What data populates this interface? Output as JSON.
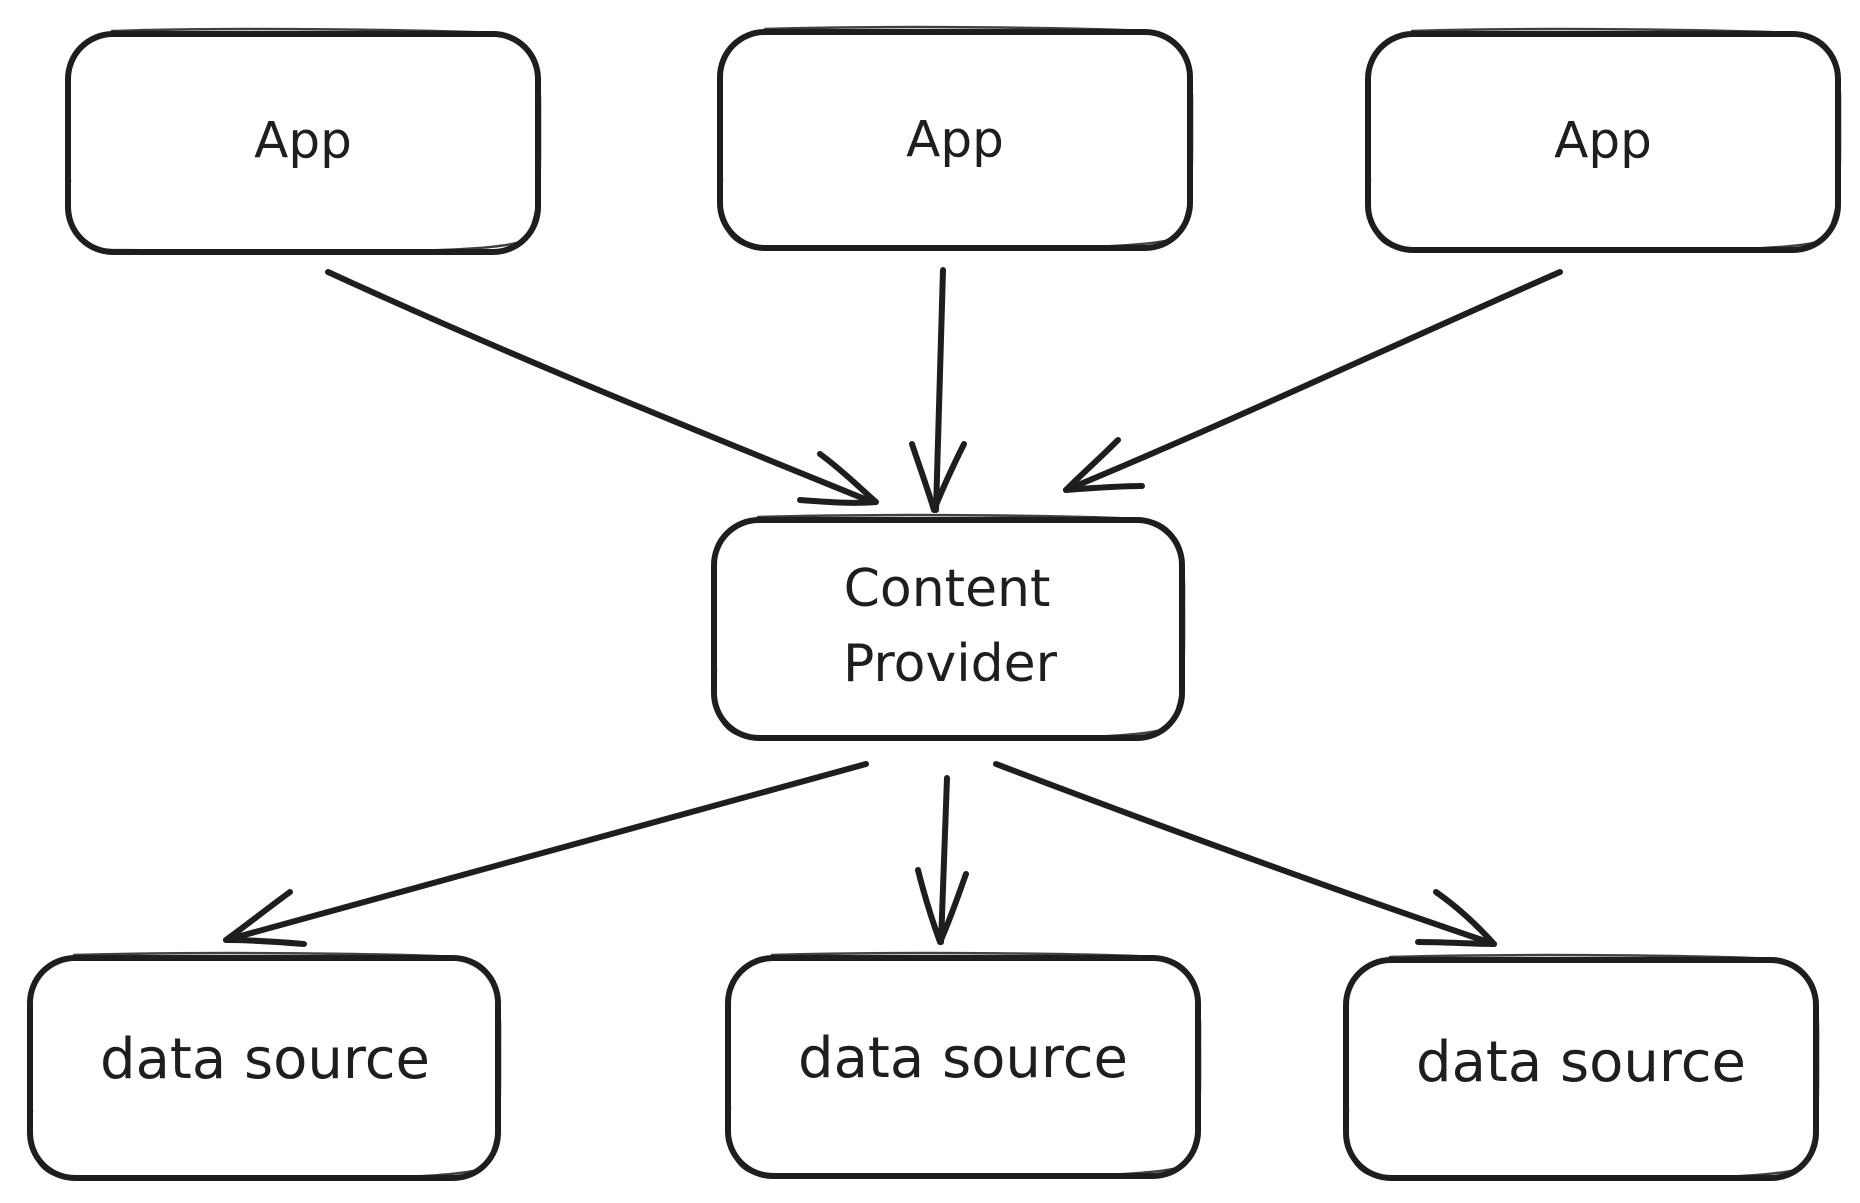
{
  "colors": {
    "stroke": "#1e1e1e",
    "app_hatch_green": "#b2f2bb",
    "app_hatch_blue": "#a5d8ff",
    "app_hatch_yellow": "#ffec99",
    "source_fill_red": "#ffc9c9",
    "source_fill_green": "#b2f2bb",
    "source_fill_yellow": "#ffec99",
    "provider_fill": "#ffffff"
  },
  "apps": [
    {
      "label": "App",
      "style": "hatched",
      "color": "#b2f2bb"
    },
    {
      "label": "App",
      "style": "hatched",
      "color": "#a5d8ff"
    },
    {
      "label": "App",
      "style": "hatched",
      "color": "#ffec99"
    }
  ],
  "provider": {
    "line1": "Content",
    "line2": "Provider"
  },
  "data_sources": [
    {
      "label": "data source",
      "color": "#ffc9c9"
    },
    {
      "label": "data source",
      "color": "#b2f2bb"
    },
    {
      "label": "data source",
      "color": "#ffec99"
    }
  ]
}
